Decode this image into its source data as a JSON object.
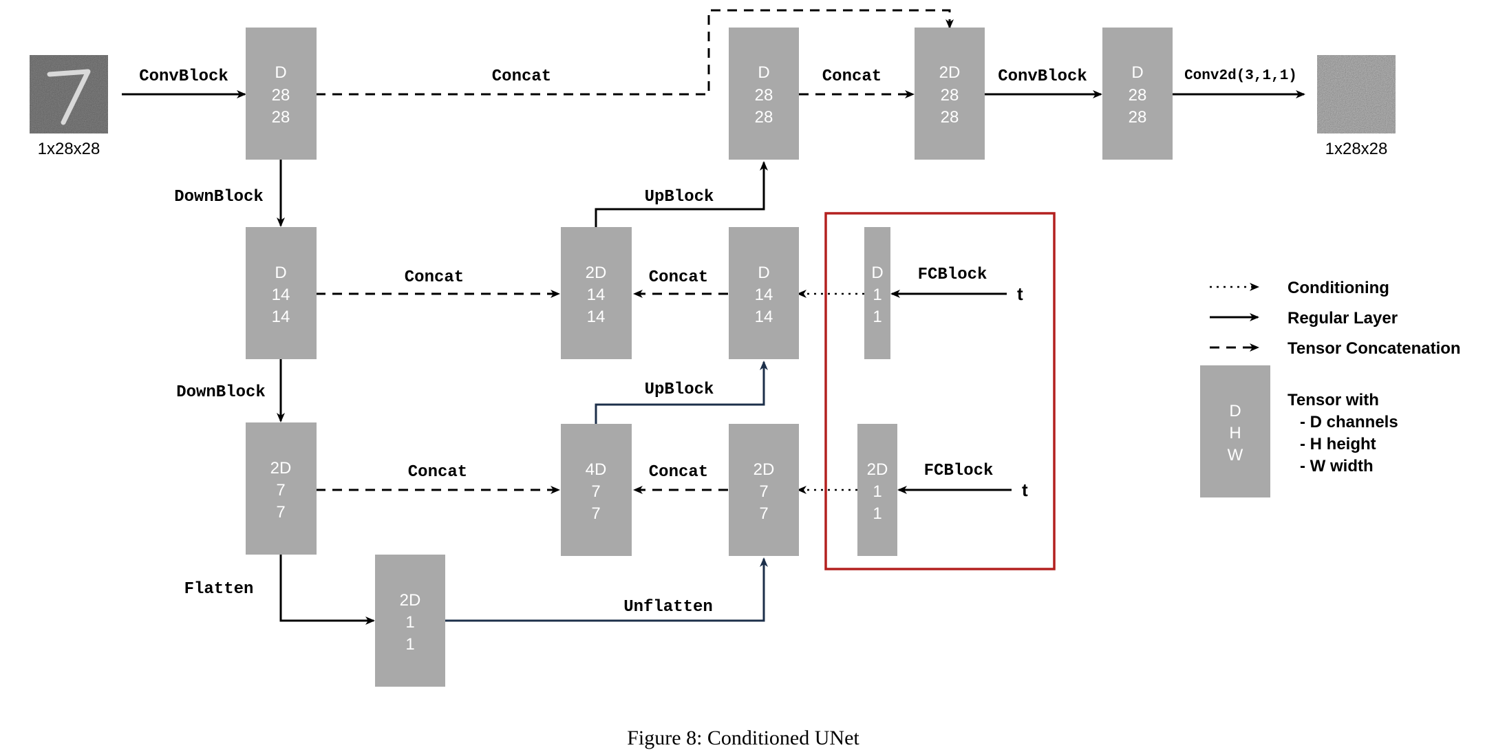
{
  "caption": "Figure 8: Conditioned UNet",
  "colors": {
    "tensor_box": "#a9a9a9",
    "highlight_frame": "#b3201f",
    "up_path_arrow": "#1c2f4a",
    "arrow": "#000000"
  },
  "images": {
    "input": "digit-7-image",
    "output": "noise-image"
  },
  "input_dims": "1x28x28",
  "output_dims": "1x28x28",
  "tensors": {
    "enc1": [
      "D",
      "28",
      "28"
    ],
    "enc2": [
      "D",
      "14",
      "14"
    ],
    "enc3": [
      "2D",
      "7",
      "7"
    ],
    "bottleneck": [
      "2D",
      "1",
      "1"
    ],
    "dec3": [
      "2D",
      "7",
      "7"
    ],
    "cat3": [
      "4D",
      "7",
      "7"
    ],
    "dec2": [
      "D",
      "14",
      "14"
    ],
    "cat2": [
      "2D",
      "14",
      "14"
    ],
    "dec1": [
      "D",
      "28",
      "28"
    ],
    "cat1": [
      "2D",
      "28",
      "28"
    ],
    "out": [
      "D",
      "28",
      "28"
    ],
    "fc1": [
      "D",
      "1",
      "1"
    ],
    "fc2": [
      "2D",
      "1",
      "1"
    ]
  },
  "labels": {
    "convblock_in": "ConvBlock",
    "concat_top": "Concat",
    "concat_top2": "Concat",
    "convblock_out": "ConvBlock",
    "conv2d": "Conv2d(3,1,1)",
    "downblock1": "DownBlock",
    "downblock2": "DownBlock",
    "upblock1": "UpBlock",
    "upblock2": "UpBlock",
    "concat_mid": "Concat",
    "concat_mid2": "Concat",
    "concat_low": "Concat",
    "concat_low2": "Concat",
    "fcblock1": "FCBlock",
    "fcblock2": "FCBlock",
    "flatten": "Flatten",
    "unflatten": "Unflatten",
    "t1": "t",
    "t2": "t"
  },
  "legend": {
    "conditioning": "Conditioning",
    "regular": "Regular Layer",
    "concat": "Tensor Concatenation",
    "tensor_box": [
      "D",
      "H",
      "W"
    ],
    "tensor_title": "Tensor with",
    "bullets": [
      "-  D channels",
      "-  H height",
      "-  W width"
    ]
  }
}
